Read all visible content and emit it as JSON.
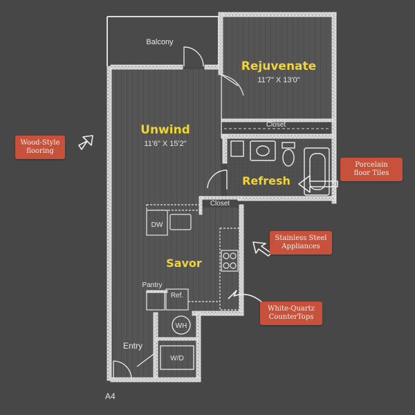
{
  "plan_code": "A4",
  "rooms": {
    "balcony": {
      "label": "Balcony"
    },
    "bedroom": {
      "name": "Rejuvenate",
      "dimensions": "11'7\" X 13'0\""
    },
    "living": {
      "name": "Unwind",
      "dimensions": "11'6\" X 15'2\""
    },
    "bath": {
      "name": "Refresh"
    },
    "kitchen": {
      "name": "Savor"
    },
    "closet_bedroom": {
      "label": "Closet"
    },
    "closet_hall": {
      "label": "Closet"
    },
    "pantry": {
      "label": "Pantry"
    },
    "entry": {
      "label": "Entry"
    }
  },
  "fixtures": {
    "dishwasher": "DW",
    "refrigerator": "Ref.",
    "water_heater": "WH",
    "washer_dryer": "W/D"
  },
  "callouts": {
    "flooring": [
      "Wood-Style",
      "flooring"
    ],
    "tiles": [
      "Porcelain",
      "floor Tiles"
    ],
    "appliances": [
      "Stainless Steel",
      "Appliances"
    ],
    "countertops": [
      "White-Quartz",
      "CounterTops"
    ]
  },
  "colors": {
    "background": "#474747",
    "walls": "#e9e9e9",
    "floor": "#575757",
    "room_name": "#f0d43a",
    "callout": "#c7513a"
  }
}
